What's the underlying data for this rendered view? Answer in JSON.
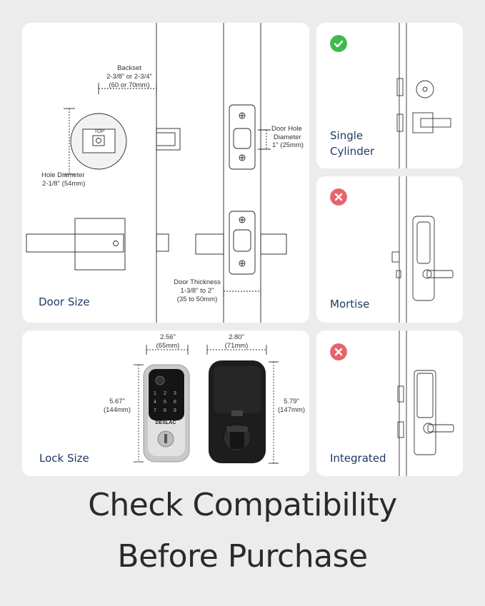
{
  "door_size": {
    "label": "Door Size",
    "backset_title": "Backset",
    "backset_value": "2-3/8\" or 2-3/4\"",
    "backset_metric": "(60 or 70mm)",
    "hole_diameter_title": "Hole Diameter",
    "hole_diameter_value": "2-1/8\" (54mm)",
    "top_marker": "TOP",
    "door_hole_title_1": "Door Hole",
    "door_hole_title_2": "Diameter",
    "door_hole_value": "1\" (25mm)",
    "door_thickness_title": "Door Thickness",
    "door_thickness_value": "1-3/8\" to 2\"",
    "door_thickness_metric": "(35 to 50mm)"
  },
  "lock_size": {
    "label": "Lock Size",
    "width_front": "2.56\"",
    "width_front_metric": "(65mm)",
    "width_back": "2.80\"",
    "width_back_metric": "(71mm)",
    "height_front": "5.67\"",
    "height_front_metric": "(144mm)",
    "height_back": "5.79\"",
    "height_back_metric": "(147mm)",
    "brand": "DESLAC"
  },
  "compat": [
    {
      "label_line1": "Single",
      "label_line2": "Cylinder",
      "status": "compatible",
      "icon": "check-icon",
      "color": "#3dbb4f"
    },
    {
      "label_line1": "Mortise",
      "status": "incompatible",
      "icon": "cross-icon",
      "color": "#e8646c"
    },
    {
      "label_line1": "Integrated",
      "status": "incompatible",
      "icon": "cross-icon",
      "color": "#e8646c"
    }
  ],
  "headline": {
    "line1": "Check Compatibility",
    "line2": "Before Purchase"
  }
}
